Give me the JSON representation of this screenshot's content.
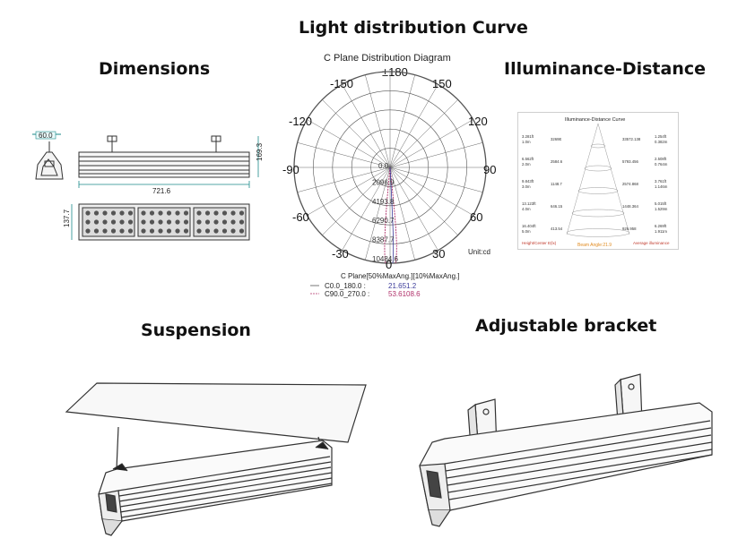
{
  "headings": {
    "light_distribution": "Light distribution Curve",
    "dimensions": "Dimensions",
    "illuminance_distance": "Illuminance-Distance",
    "suspension": "Suspension",
    "adjustable_bracket": "Adjustable bracket"
  },
  "dimensions": {
    "width_side": "60.0",
    "length": "721.6",
    "height": "169.3",
    "depth": "137.7"
  },
  "polar": {
    "title": "C Plane Distribution Diagram",
    "top_label": "±180",
    "bottom_label": "0",
    "angle_labels": {
      "left_150": "-150",
      "right_150": "150",
      "left_120": "-120",
      "right_120": "120",
      "left_90": "-90",
      "right_90": "90",
      "left_60": "-60",
      "right_60": "60",
      "left_30": "-30",
      "right_30": "30"
    },
    "center_label": "0.0",
    "rings": [
      "2096.9",
      "4193.8",
      "6290.7",
      "8387.7",
      "10484.6"
    ],
    "unit": "Unit:cd",
    "legend_header": "C Plane[50%MaxAng.][10%MaxAng.]",
    "legend": [
      {
        "name": "C0.0_180.0 :",
        "value": "21.651.2",
        "color": "#3b3b9a"
      },
      {
        "name": "C90.0_270.0 :",
        "value": "53.6108.6",
        "color": "#b0306a"
      }
    ]
  },
  "illuminance": {
    "title": "Illuminance-Distance Curve",
    "rows": [
      {
        "left_top": "3.281ft",
        "left_bot": "1.0m",
        "mid_left": "3269E",
        "mid_right": "33572.138",
        "right_top": "1.254ft",
        "right_bot": "0.382m"
      },
      {
        "left_top": "6.562ft",
        "left_bot": "2.0m",
        "mid_left": "2584.6",
        "mid_right": "5793.456",
        "right_top": "2.508ft",
        "right_bot": "0.764m"
      },
      {
        "left_top": "9.843ft",
        "left_bot": "3.0m",
        "mid_left": "1148.7",
        "mid_right": "2574.868",
        "right_top": "3.761ft",
        "right_bot": "1.146m"
      },
      {
        "left_top": "13.123ft",
        "left_bot": "4.0m",
        "mid_left": "646.15",
        "mid_right": "1448.364",
        "right_top": "5.015ft",
        "right_bot": "1.529m"
      },
      {
        "left_top": "16.404ft",
        "left_bot": "5.0m",
        "mid_left": "413.54",
        "mid_right": "926.958",
        "right_top": "6.269ft",
        "right_bot": "1.911m"
      }
    ],
    "footer_left": "Height/Center E(lx)",
    "footer_mid": "Beam Angle:21.9",
    "footer_right": "Average illuminance",
    "colors": {
      "footer_left": "#c0392b",
      "footer_mid": "#e08a1e",
      "footer_right": "#c0392b"
    }
  },
  "accent": {
    "dimension": "#1a8a8a"
  }
}
